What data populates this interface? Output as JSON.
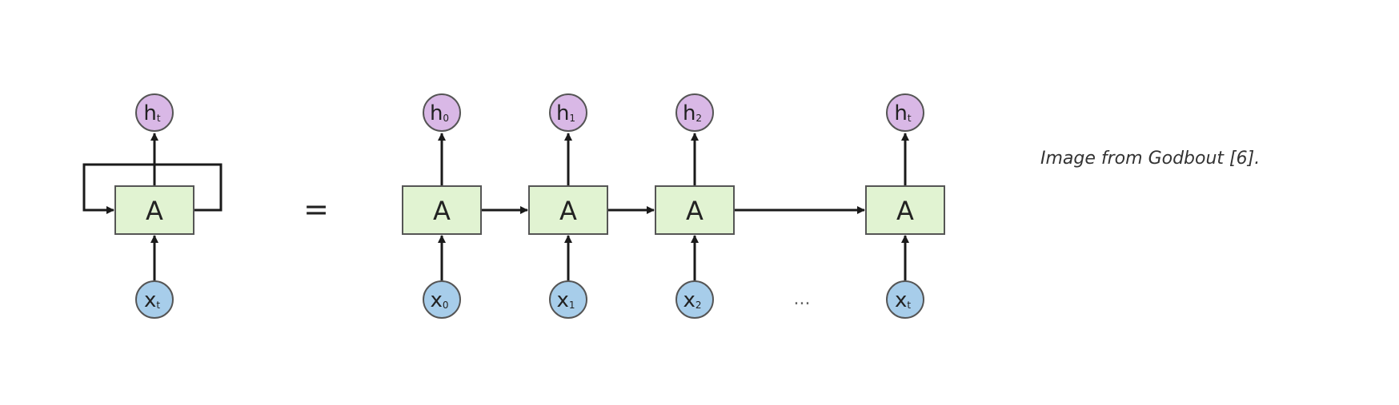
{
  "colors": {
    "cell_fill": "#e1f3d2",
    "cell_stroke": "#555555",
    "hidden_fill": "#d9b8e6",
    "hidden_stroke": "#555555",
    "input_fill": "#a7cdea",
    "input_stroke": "#555555",
    "arrow": "#1a1a1a"
  },
  "diagram": {
    "folded": {
      "cell_label": "A",
      "hidden": {
        "base": "h",
        "sub": "t"
      },
      "input": {
        "base": "x",
        "sub": "t"
      }
    },
    "equals": "=",
    "ellipsis": "...",
    "unrolled": [
      {
        "cell_label": "A",
        "hidden": {
          "base": "h",
          "sub": "0"
        },
        "input": {
          "base": "x",
          "sub": "0"
        }
      },
      {
        "cell_label": "A",
        "hidden": {
          "base": "h",
          "sub": "1"
        },
        "input": {
          "base": "x",
          "sub": "1"
        }
      },
      {
        "cell_label": "A",
        "hidden": {
          "base": "h",
          "sub": "2"
        },
        "input": {
          "base": "x",
          "sub": "2"
        }
      },
      {
        "cell_label": "A",
        "hidden": {
          "base": "h",
          "sub": "t"
        },
        "input": {
          "base": "x",
          "sub": "t"
        }
      }
    ]
  },
  "caption": "Image from Godbout [6]."
}
